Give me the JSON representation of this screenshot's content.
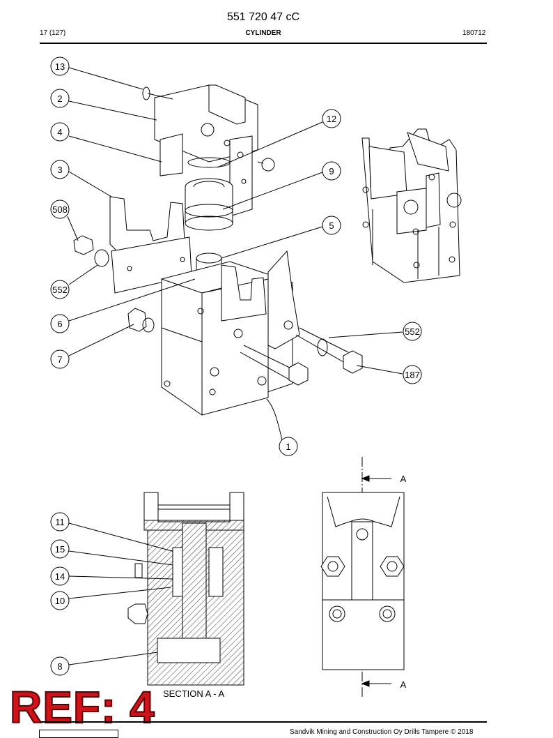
{
  "header": {
    "document_number": "551 720 47 cC",
    "page_count": "17 (127)",
    "title": "CYLINDER",
    "date": "180712"
  },
  "callouts": [
    "13",
    "2",
    "4",
    "3",
    "508",
    "552",
    "6",
    "7",
    "12",
    "9",
    "5",
    "552",
    "187",
    "1",
    "11",
    "15",
    "14",
    "10",
    "8"
  ],
  "section_markers": {
    "top": "A",
    "bottom": "A"
  },
  "section_label": "SECTION A - A",
  "stamp": "REF: 4",
  "footer": "Sandvik Mining and Construction Oy Drills Tampere © 2018",
  "colors": {
    "stamp": "#d0121b",
    "line": "#000000"
  }
}
